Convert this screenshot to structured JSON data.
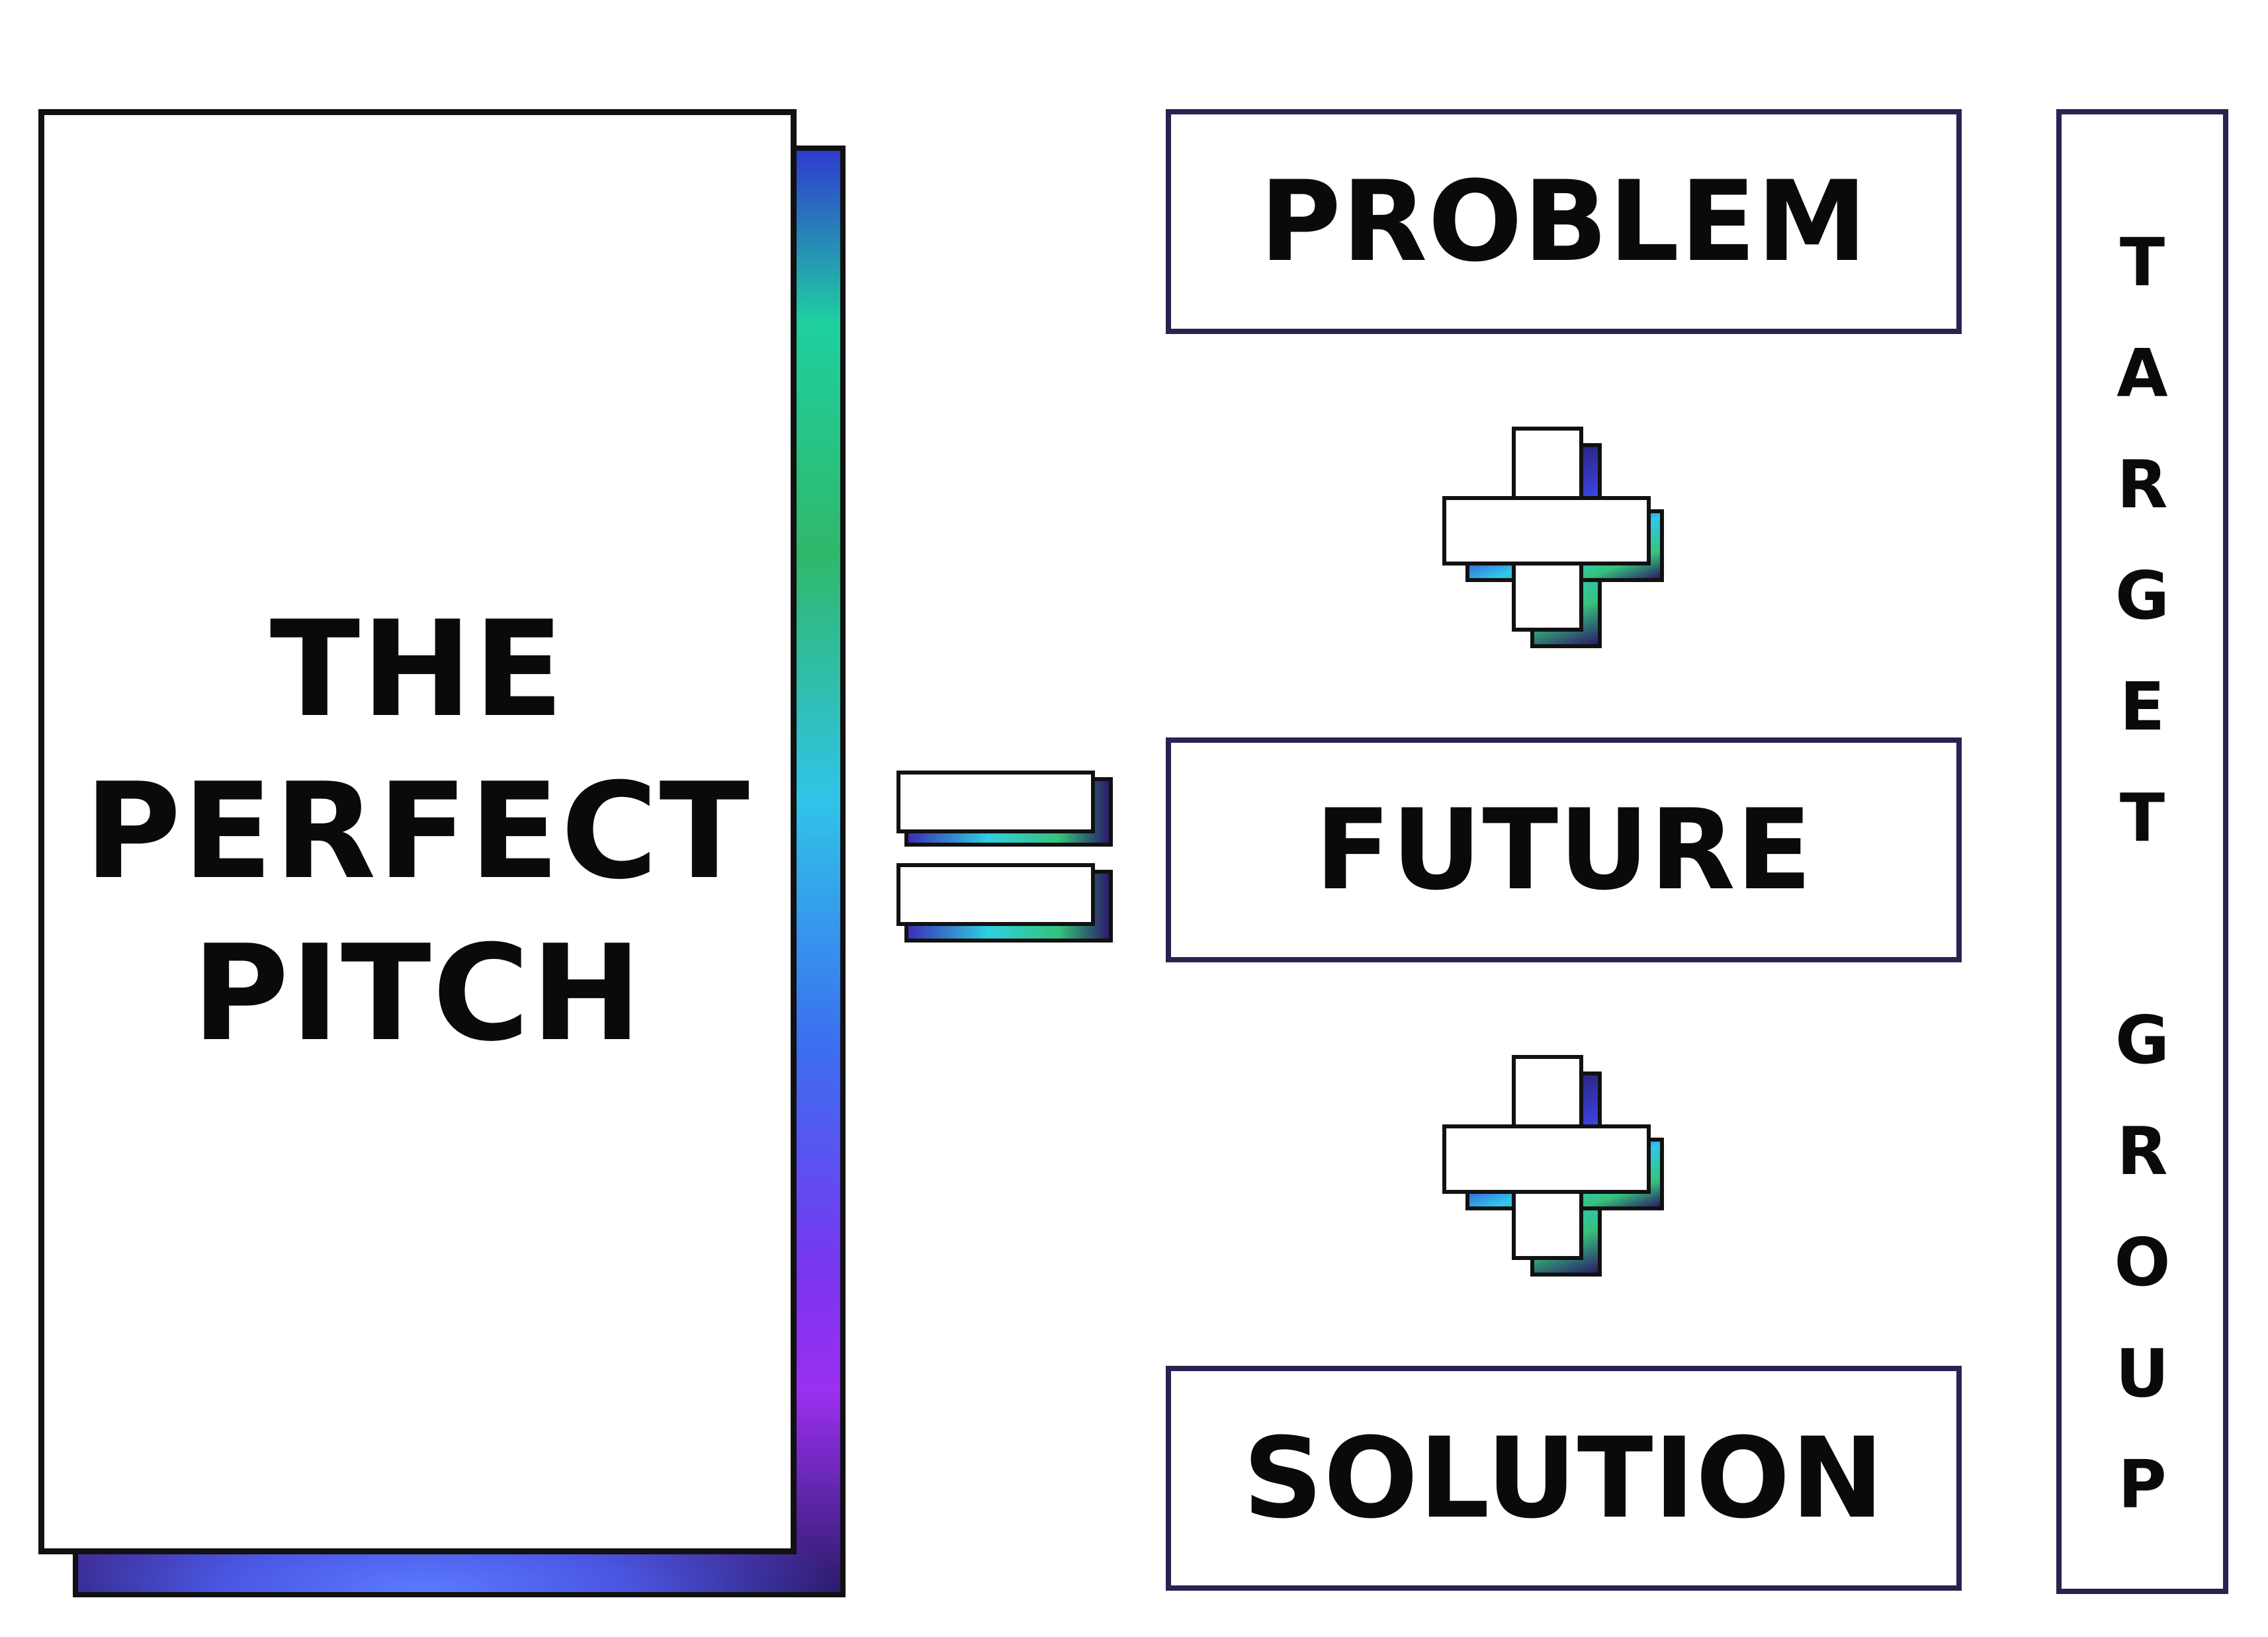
{
  "card": {
    "lines": [
      "THE",
      "PERFECT",
      "PITCH"
    ]
  },
  "boxes": {
    "problem": "PROBLEM",
    "future": "FUTURE",
    "solution": "SOLUTION"
  },
  "side": {
    "word1": [
      "T",
      "A",
      "R",
      "G",
      "E",
      "T"
    ],
    "word2": [
      "G",
      "R",
      "O",
      "U",
      "P"
    ]
  },
  "colors": {
    "frame": "#2a2250",
    "ink": "#111111",
    "accent_blue": "#3b6ff0",
    "accent_green": "#35c27a",
    "accent_purple": "#9b30f0"
  }
}
